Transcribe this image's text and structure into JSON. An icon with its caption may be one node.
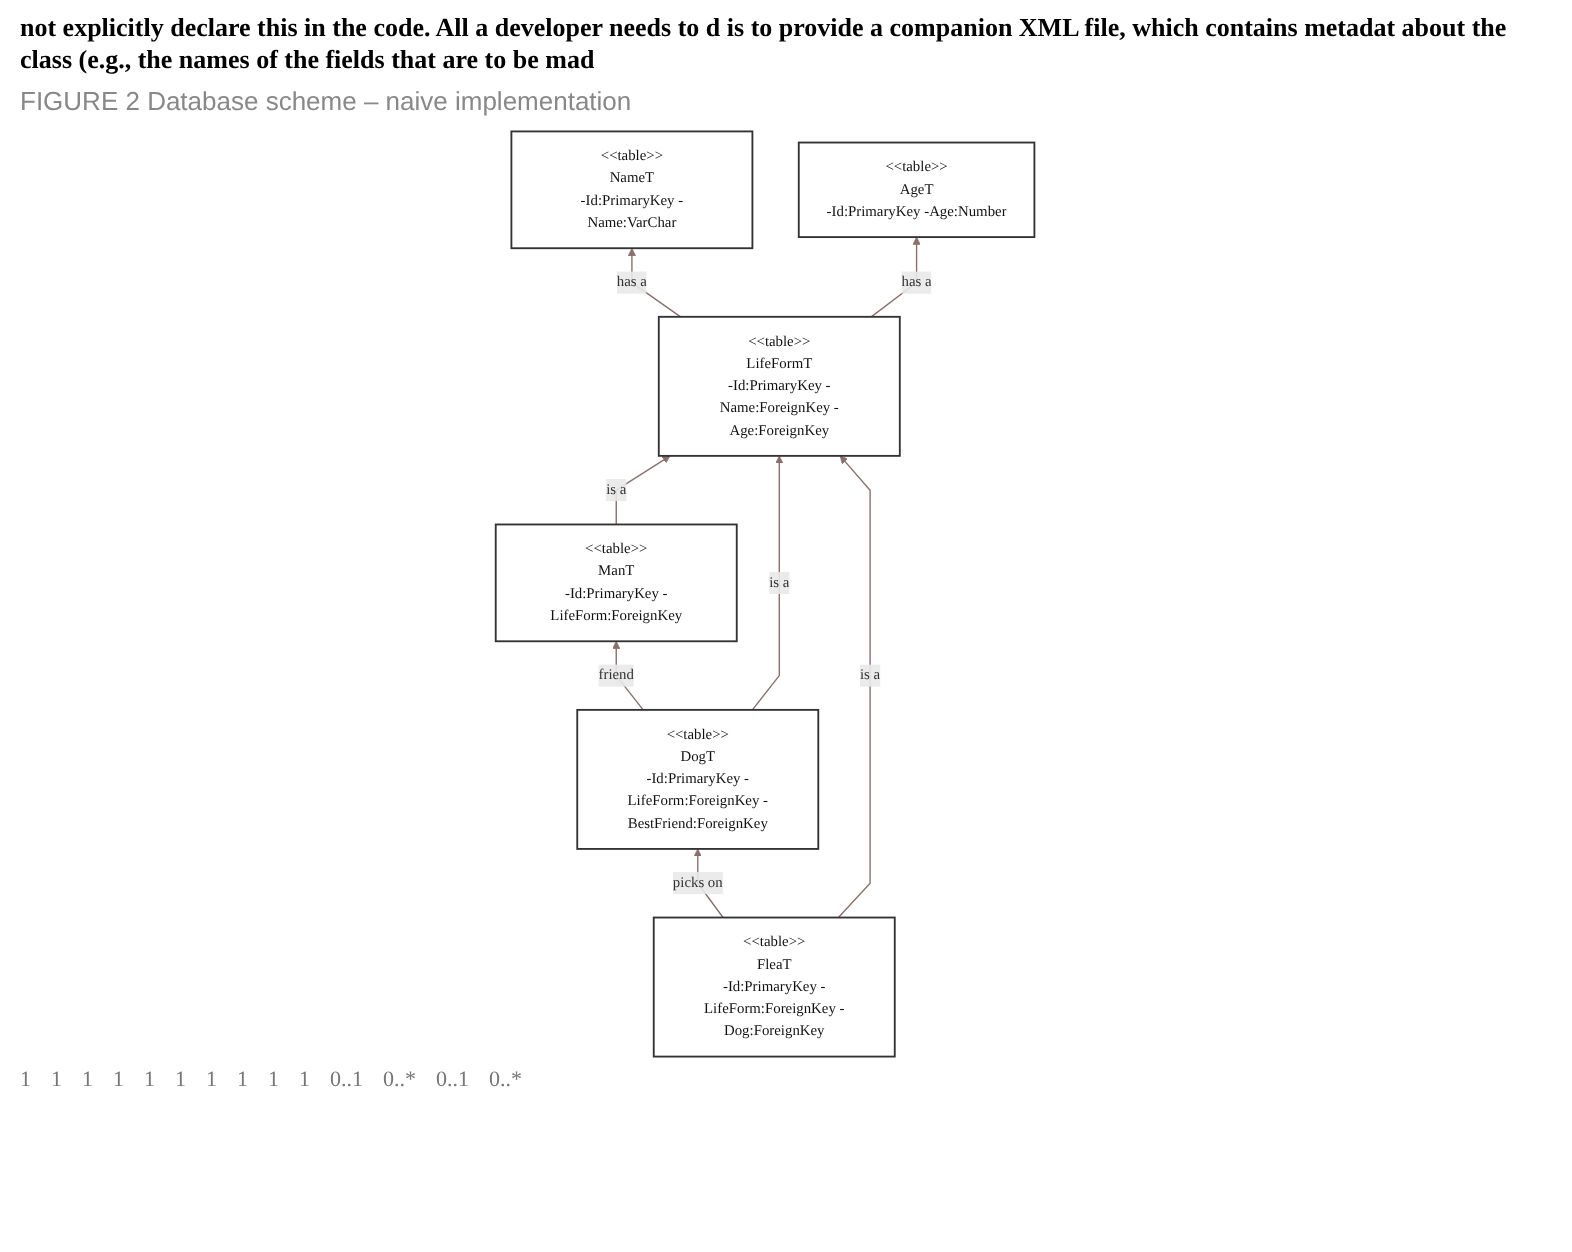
{
  "diagram": {
    "caption": "FIGURE 2 Database scheme – naive implementation",
    "nodes": [
      {
        "text": [
          "<<table>>",
          "NameT",
          "-Id:PrimaryKey -Name:VarChar"
        ]
      },
      {
        "text": [
          "<<table>>",
          "AgeT",
          "-Id:PrimaryKey -Age:Number"
        ]
      },
      {
        "text": [
          "<<table>>",
          "LifeFormT",
          "-Id:PrimaryKey -Name:ForeignKey -Age:ForeignKey"
        ]
      },
      {
        "text": [
          "<<table>>",
          "ManT",
          "-Id:PrimaryKey -LifeForm:ForeignKey"
        ]
      },
      {
        "text": [
          "<<table>>",
          "DogT",
          "-Id:PrimaryKey -LifeForm:ForeignKey -BestFriend:ForeignKey"
        ]
      },
      {
        "text": [
          "<<table>>",
          "FleaT",
          "-Id:PrimaryKey -LifeForm:ForeignKey -Dog:ForeignKey"
        ]
      }
    ],
    "edges": [
      {
        "from": 2,
        "to": 0,
        "arrow": "to",
        "label": "has a"
      },
      {
        "from": 2,
        "to": 1,
        "arrow": "to",
        "label": "has a"
      },
      {
        "from": 3,
        "to": 2,
        "arrow": "to",
        "label": "is a"
      },
      {
        "from": 4,
        "to": 2,
        "arrow": "to",
        "label": "is a"
      },
      {
        "from": 5,
        "to": 2,
        "arrow": "to",
        "label": "is a"
      },
      {
        "from": 4,
        "to": 3,
        "arrow": "to",
        "label": "friend"
      },
      {
        "from": 5,
        "to": 4,
        "arrow": "to",
        "label": "picks on"
      }
    ],
    "labels": [
      "not explicitly declare this in the code. All a developer needs to d is to provide a companion XML file, which contains metadat about the class (e.g., the names of the fields that are to be mad",
      "1",
      "1",
      "1",
      "1",
      "1",
      "1",
      "1",
      "1",
      "1",
      "1",
      "0..1",
      "0..*",
      "0..1",
      "0..*"
    ]
  }
}
